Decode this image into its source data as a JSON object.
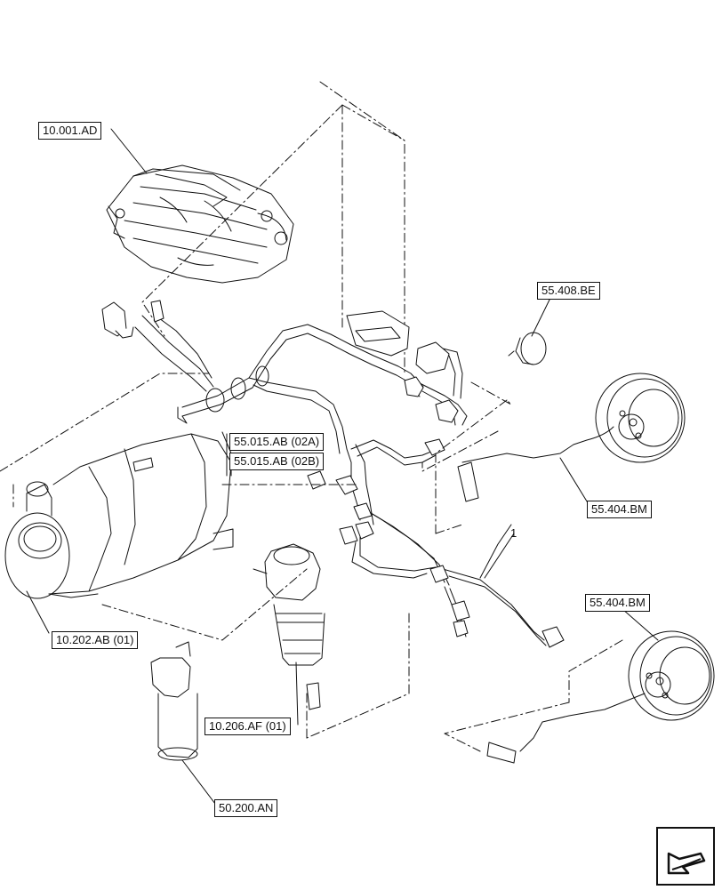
{
  "callouts": {
    "c_10001AD": "10.001.AD",
    "c_55408BE": "55.408.BE",
    "c_55015AB_02A": "55.015.AB (02A)",
    "c_55015AB_02B": "55.015.AB (02B)",
    "c_55404BM_upper": "55.404.BM",
    "c_55404BM_lower": "55.404.BM",
    "c_10202AB": "10.202.AB (01)",
    "c_10206AF": "10.206.AF (01)",
    "c_50200AN": "50.200.AN"
  },
  "item_number": "1",
  "icons": {
    "navigation": "page-navigation-arrow-icon"
  }
}
